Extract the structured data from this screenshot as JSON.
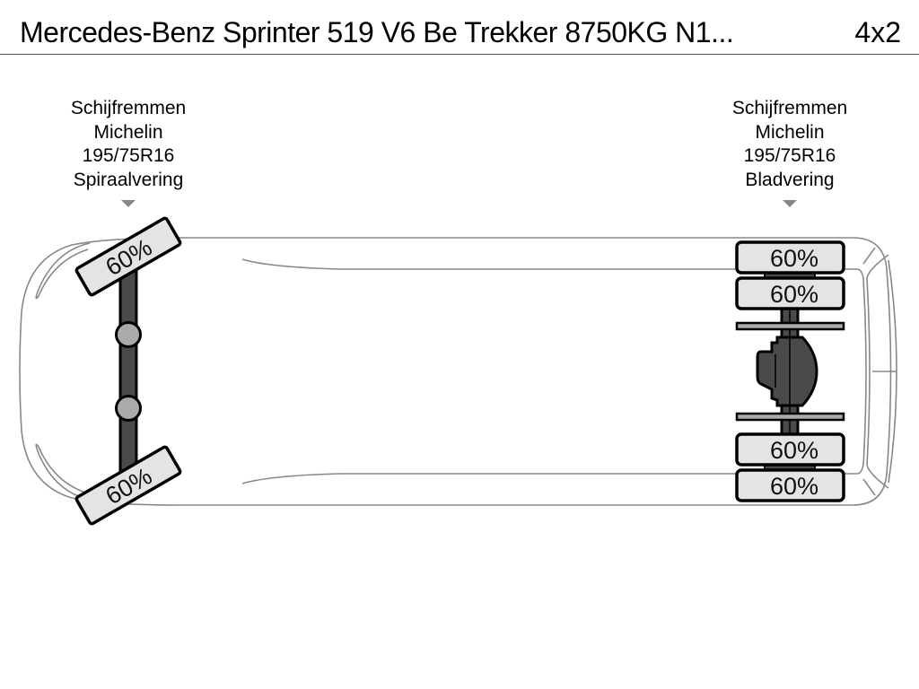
{
  "header": {
    "title": "Mercedes-Benz Sprinter 519 V6 Be Trekker 8750KG N1...",
    "axle_config": "4x2"
  },
  "axles": [
    {
      "position": "front",
      "brakes": "Schijfremmen",
      "tire_brand": "Michelin",
      "tire_size": "195/75R16",
      "suspension": "Spiraalvering",
      "tires": [
        {
          "side": "left",
          "tread": "60%"
        },
        {
          "side": "right",
          "tread": "60%"
        }
      ]
    },
    {
      "position": "rear",
      "brakes": "Schijfremmen",
      "tire_brand": "Michelin",
      "tire_size": "195/75R16",
      "suspension": "Bladvering",
      "tires": [
        {
          "side": "left-outer",
          "tread": "60%"
        },
        {
          "side": "left-inner",
          "tread": "60%"
        },
        {
          "side": "right-inner",
          "tread": "60%"
        },
        {
          "side": "right-outer",
          "tread": "60%"
        }
      ]
    }
  ],
  "colors": {
    "tire_fill": "#e4e4e4",
    "axle_fill": "#4a4a4a",
    "body_outline": "#888888",
    "marker": "#888888"
  }
}
